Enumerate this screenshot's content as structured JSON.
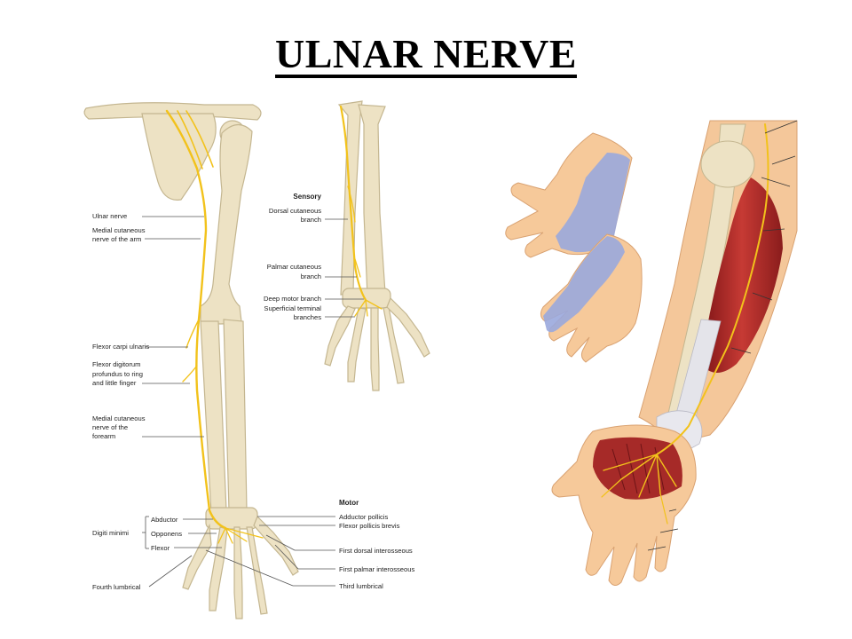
{
  "title": "ULNAR NERVE",
  "colors": {
    "bone": "#ede2c4",
    "bone_edge": "#c4b690",
    "nerve": "#f2c21b",
    "muscle": "#b3272a",
    "skin": "#f6c99a",
    "sensory_area": "#9aa8dd",
    "leader": "#555555"
  },
  "labels": {
    "ulnar_nerve": "Ulnar nerve",
    "medial_cut_arm_1": "Medial cutaneous",
    "medial_cut_arm_2": "nerve of the arm",
    "fcu": "Flexor carpi ulnaris",
    "fdp_1": "Flexor digitorum",
    "fdp_2": "profundus to ring",
    "fdp_3": "and little finger",
    "mcf_1": "Medial cutaneous",
    "mcf_2": "nerve of the",
    "mcf_3": "forearm",
    "sensory": "Sensory",
    "dorsal_1": "Dorsal cutaneous",
    "dorsal_2": "branch",
    "palmar_1": "Palmar cutaneous",
    "palmar_2": "branch",
    "deep_motor": "Deep motor branch",
    "superficial_1": "Superficial terminal",
    "superficial_2": "branches",
    "motor": "Motor",
    "adductor_pollicis": "Adductor pollicis",
    "fpb": "Flexor pollicis brevis",
    "first_dorsal": "First dorsal interosseous",
    "first_palmar": "First palmar interosseous",
    "third_lumbrical": "Third lumbrical",
    "abductor": "Abductor",
    "opponens": "Opponens",
    "flexor": "Flexor",
    "digiti_minimi": "Digiti minimi",
    "fourth_lumbrical": "Fourth lumbrical"
  }
}
